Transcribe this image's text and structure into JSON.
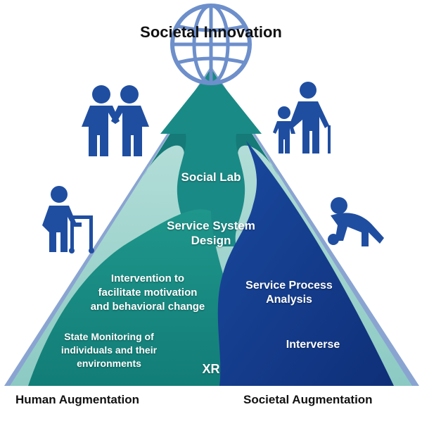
{
  "title": "Societal Innovation",
  "corners": {
    "left": "Human Augmentation",
    "right": "Societal Augmentation"
  },
  "inner_labels": {
    "social_lab": "Social Lab",
    "service_system_design": [
      "Service System",
      "Design"
    ],
    "intervention": [
      "Intervention to",
      "facilitate motivation",
      "and behavioral change"
    ],
    "service_process_analysis": [
      "Service Process",
      "Analysis"
    ],
    "state_monitoring": [
      "State Monitoring of",
      "individuals and their",
      "environments"
    ],
    "interverse": "Interverse",
    "xr": "XR"
  },
  "icons": [
    "globe-icon",
    "handshake-icon",
    "family-walking-icon",
    "walker-person-icon",
    "crawling-person-icon"
  ],
  "colors": {
    "pyramid_outer_light": "#a9d9d4",
    "pyramid_teal": "#1b8b83",
    "pyramid_dark_teal": "#0e6a74",
    "right_lobe_blue": "#163a8a",
    "side_border_blue": "#7d95c6",
    "icon_blue": "#1f4ea1",
    "globe_blue": "#5b7fc4"
  }
}
